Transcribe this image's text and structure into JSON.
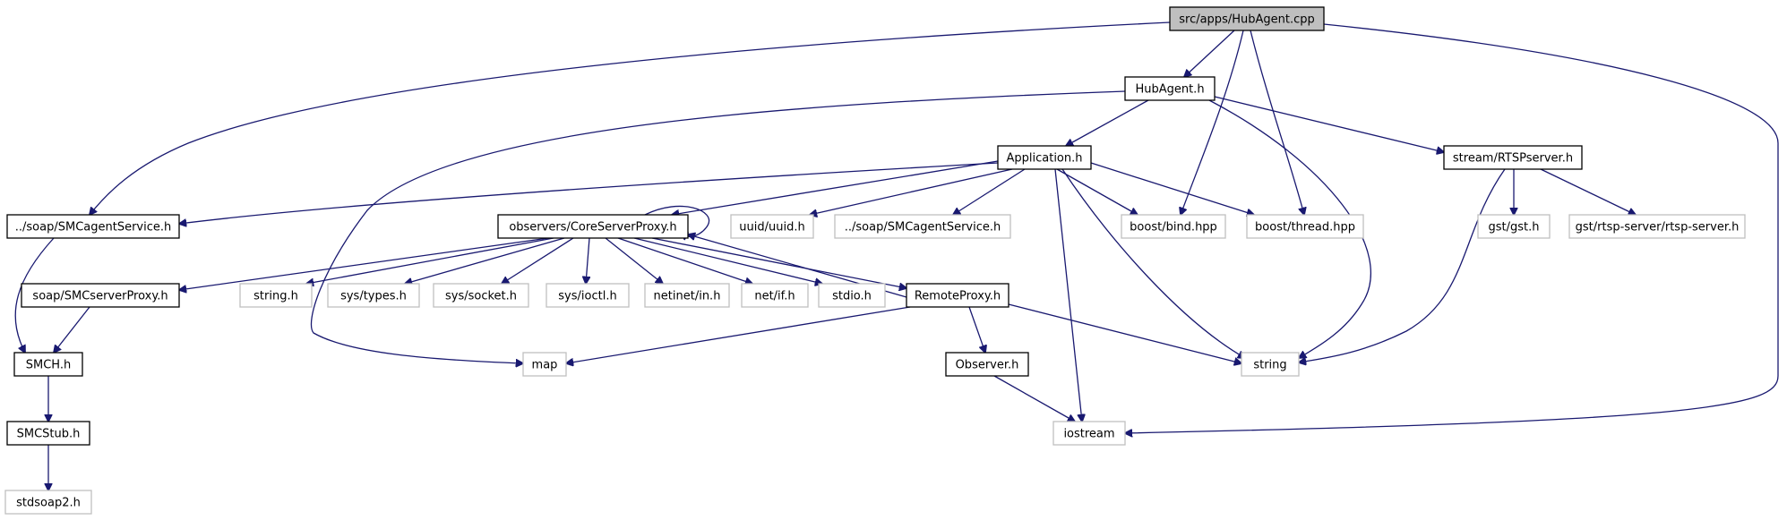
{
  "diagram": {
    "type": "include-dependency-graph",
    "colors": {
      "edge": "#191970",
      "root_fill": "#bfbfbf",
      "documented_border": "#000000",
      "external_border": "#bfbfbf",
      "text": "#000000"
    },
    "nodes": {
      "root": {
        "label": "src/apps/HubAgent.cpp",
        "kind": "root"
      },
      "hubagent": {
        "label": "HubAgent.h",
        "kind": "documented"
      },
      "application": {
        "label": "Application.h",
        "kind": "documented"
      },
      "rtsp": {
        "label": "stream/RTSPserver.h",
        "kind": "documented"
      },
      "smcagent": {
        "label": "../soap/SMCagentService.h",
        "kind": "documented"
      },
      "coreproxy": {
        "label": "observers/CoreServerProxy.h",
        "kind": "documented"
      },
      "uuid": {
        "label": "uuid/uuid.h",
        "kind": "external"
      },
      "smcagent2": {
        "label": "../soap/SMCagentService.h",
        "kind": "external"
      },
      "bind": {
        "label": "boost/bind.hpp",
        "kind": "external"
      },
      "thread": {
        "label": "boost/thread.hpp",
        "kind": "external"
      },
      "gst": {
        "label": "gst/gst.h",
        "kind": "external"
      },
      "rtspserver": {
        "label": "gst/rtsp-server/rtsp-server.h",
        "kind": "external"
      },
      "smcserver": {
        "label": "soap/SMCserverProxy.h",
        "kind": "documented"
      },
      "stringh": {
        "label": "string.h",
        "kind": "external"
      },
      "systypes": {
        "label": "sys/types.h",
        "kind": "external"
      },
      "syssocket": {
        "label": "sys/socket.h",
        "kind": "external"
      },
      "sysioctl": {
        "label": "sys/ioctl.h",
        "kind": "external"
      },
      "netinet": {
        "label": "netinet/in.h",
        "kind": "external"
      },
      "netif": {
        "label": "net/if.h",
        "kind": "external"
      },
      "stdio": {
        "label": "stdio.h",
        "kind": "external"
      },
      "remote": {
        "label": "RemoteProxy.h",
        "kind": "documented"
      },
      "smch": {
        "label": "SMCH.h",
        "kind": "documented"
      },
      "map": {
        "label": "map",
        "kind": "external"
      },
      "observer": {
        "label": "Observer.h",
        "kind": "documented"
      },
      "string": {
        "label": "string",
        "kind": "external"
      },
      "smcstub": {
        "label": "SMCStub.h",
        "kind": "documented"
      },
      "iostream": {
        "label": "iostream",
        "kind": "external"
      },
      "stdsoap": {
        "label": "stdsoap2.h",
        "kind": "external"
      }
    },
    "edges": [
      [
        "root",
        "hubagent"
      ],
      [
        "root",
        "smcagent"
      ],
      [
        "root",
        "bind"
      ],
      [
        "root",
        "thread"
      ],
      [
        "root",
        "iostream"
      ],
      [
        "hubagent",
        "application"
      ],
      [
        "hubagent",
        "rtsp"
      ],
      [
        "hubagent",
        "map"
      ],
      [
        "hubagent",
        "string"
      ],
      [
        "application",
        "smcagent"
      ],
      [
        "application",
        "coreproxy"
      ],
      [
        "application",
        "uuid"
      ],
      [
        "application",
        "smcagent2"
      ],
      [
        "application",
        "bind"
      ],
      [
        "application",
        "thread"
      ],
      [
        "application",
        "string"
      ],
      [
        "application",
        "iostream"
      ],
      [
        "rtsp",
        "gst"
      ],
      [
        "rtsp",
        "rtspserver"
      ],
      [
        "rtsp",
        "string"
      ],
      [
        "smcagent",
        "smch"
      ],
      [
        "coreproxy",
        "coreproxy"
      ],
      [
        "coreproxy",
        "smcserver"
      ],
      [
        "coreproxy",
        "stringh"
      ],
      [
        "coreproxy",
        "systypes"
      ],
      [
        "coreproxy",
        "syssocket"
      ],
      [
        "coreproxy",
        "sysioctl"
      ],
      [
        "coreproxy",
        "netinet"
      ],
      [
        "coreproxy",
        "netif"
      ],
      [
        "coreproxy",
        "stdio"
      ],
      [
        "coreproxy",
        "remote"
      ],
      [
        "remote",
        "coreproxy"
      ],
      [
        "remote",
        "map"
      ],
      [
        "remote",
        "observer"
      ],
      [
        "remote",
        "string"
      ],
      [
        "smcserver",
        "smch"
      ],
      [
        "smch",
        "smcstub"
      ],
      [
        "smcstub",
        "stdsoap"
      ],
      [
        "observer",
        "iostream"
      ]
    ]
  }
}
